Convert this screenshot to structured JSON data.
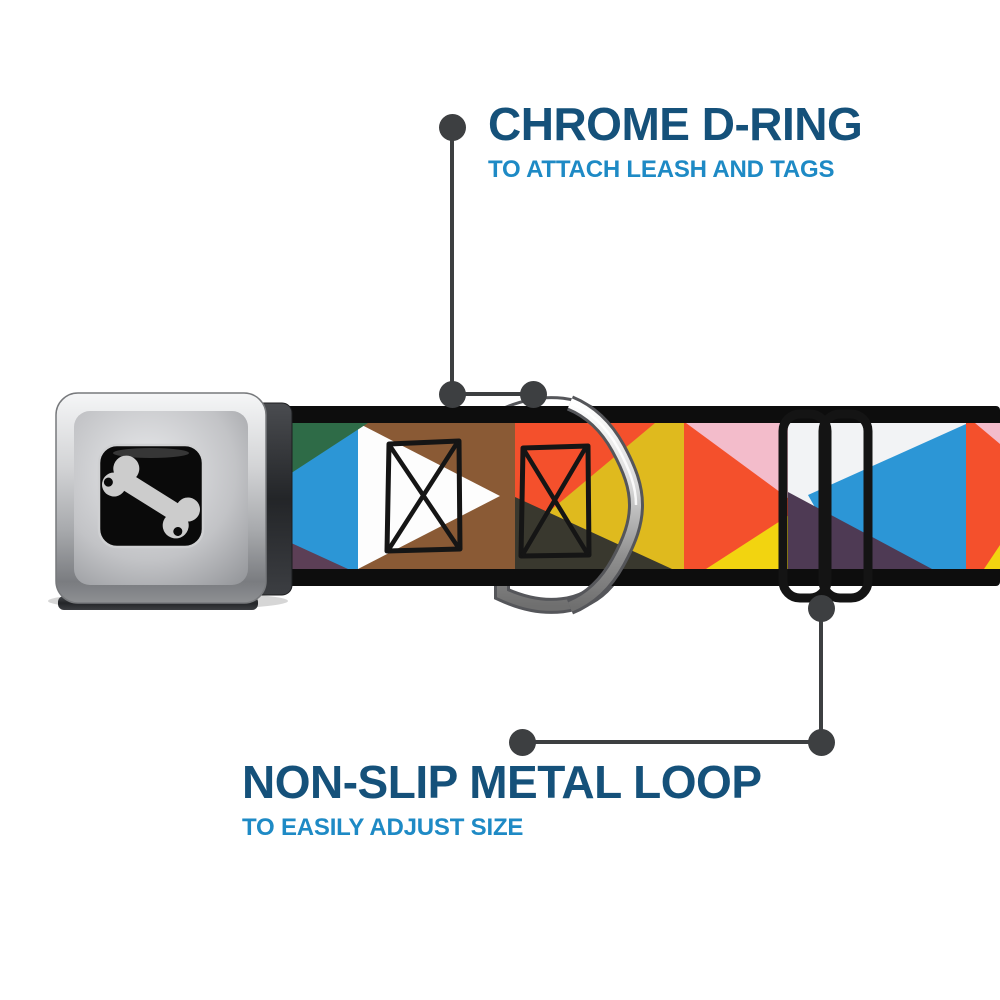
{
  "callouts": {
    "top": {
      "title": "CHROME D-RING",
      "subtitle": "TO ATTACH LEASH AND TAGS"
    },
    "bottom": {
      "title": "NON-SLIP METAL LOOP",
      "subtitle": "TO EASILY ADJUST SIZE"
    }
  },
  "collar": {
    "buckle_logo_icon": "dog-bone-icon",
    "hardware": [
      "seatbelt-buckle",
      "chrome-d-ring",
      "non-slip-metal-loop"
    ],
    "webbing_palette": [
      "#2c96d6",
      "#2e6b47",
      "#5c3f56",
      "#8a5a35",
      "#ffffff",
      "#f4502c",
      "#dfba1e",
      "#f2d410",
      "#39382e",
      "#f3bccb",
      "#4e3a54",
      "#0d0d0d"
    ]
  },
  "colors": {
    "headline": "#15517a",
    "sub": "#1e8ac5",
    "line": "#3d3f41",
    "edge": "#0d0d0d",
    "wht": "#fdfdfd",
    "wht2": "#f2f3f5",
    "blue": "#2c96d6",
    "green": "#2e6b47",
    "plum": "#5c3f56",
    "brown": "#8a5a35",
    "red": "#f4502c",
    "yellow": "#dfba1e",
    "yellow2": "#f2d410",
    "olive": "#39382e",
    "pink": "#f3bccb",
    "purple": "#4e3a54",
    "sketch": "#151515",
    "bone": "#cccccc",
    "background": "#ffffff"
  }
}
